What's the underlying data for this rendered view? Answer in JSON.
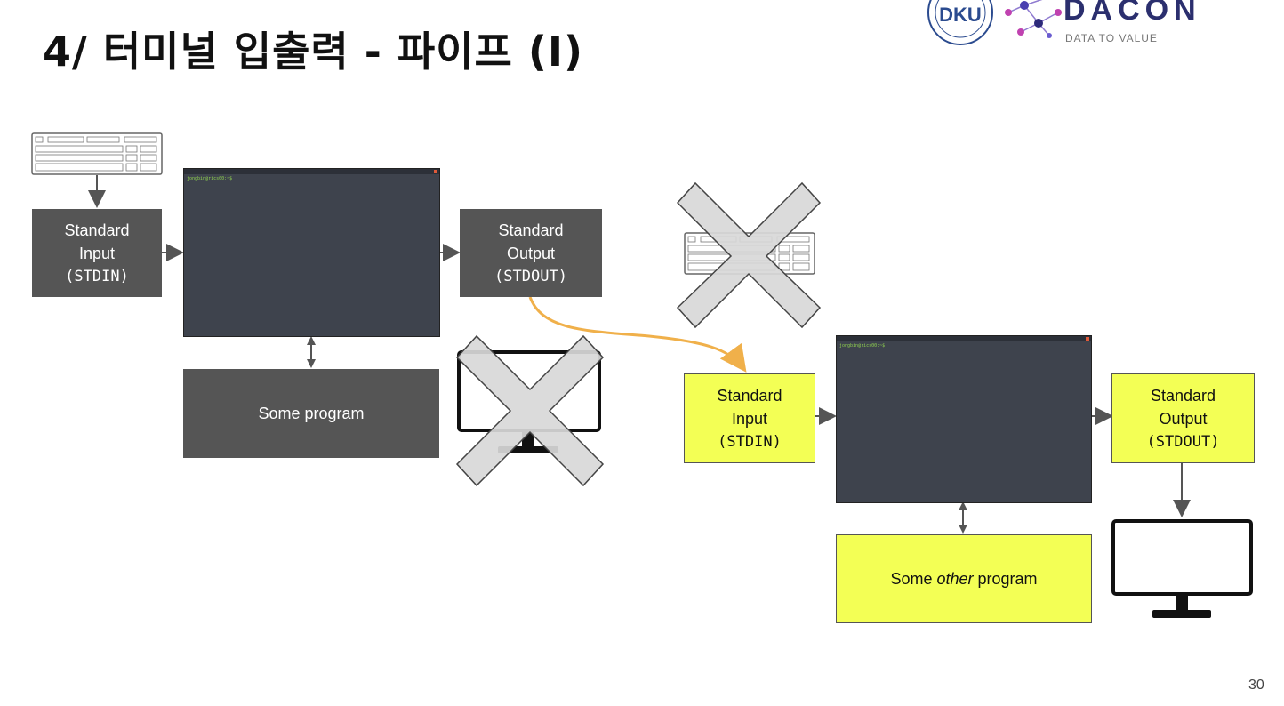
{
  "title": "4/ 터미널 입출력 - 파이프 (I)",
  "logo": {
    "dku_text": "DKU",
    "brand": "DACON",
    "tagline": "DATA TO VALUE"
  },
  "left": {
    "stdin": {
      "line1": "Standard",
      "line2": "Input",
      "line3": "(STDIN)"
    },
    "stdout": {
      "line1": "Standard",
      "line2": "Output",
      "line3": "(STDOUT)"
    },
    "program": "Some program",
    "terminal_prompt": "jongbin@rics00:~$"
  },
  "right": {
    "stdin": {
      "line1": "Standard",
      "line2": "Input",
      "line3": "(STDIN)"
    },
    "stdout": {
      "line1": "Standard",
      "line2": "Output",
      "line3": "(STDOUT)"
    },
    "program_pre": "Some ",
    "program_em": "other",
    "program_post": " program",
    "terminal_prompt": "jongbin@rics00:~$"
  },
  "page_number": "30",
  "colors": {
    "dark_box": "#555555",
    "yellow_box": "#f3ff55",
    "terminal": "#3e434d",
    "pipe_arrow": "#f0b04a"
  }
}
